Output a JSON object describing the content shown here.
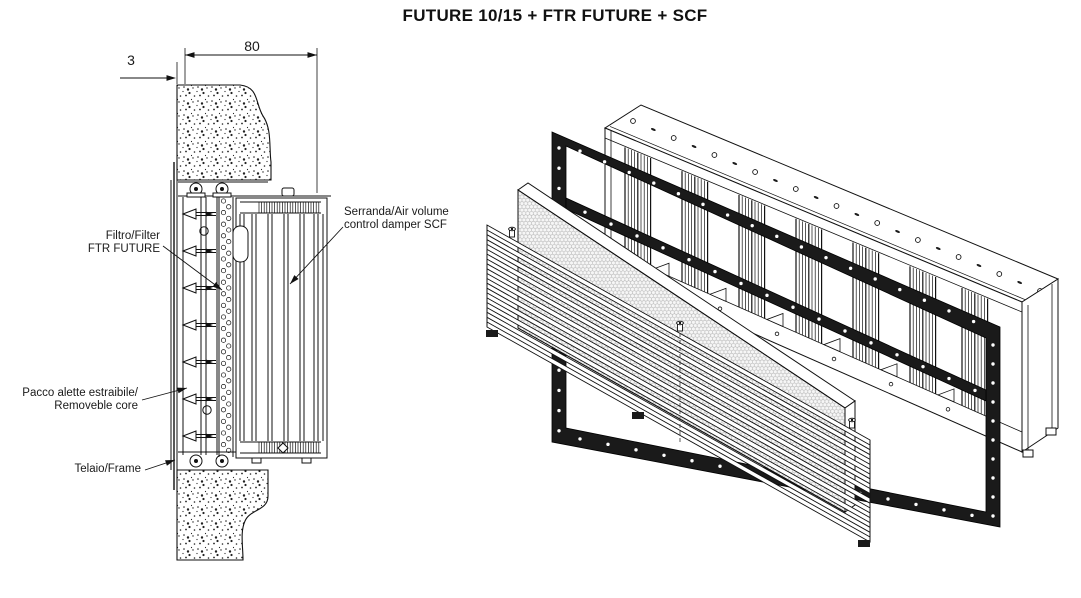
{
  "title": "FUTURE 10/15 + FTR FUTURE + SCF",
  "section_view": {
    "dimensions": {
      "width_mm": "80",
      "offset_mm": "3"
    },
    "callouts": {
      "filter": {
        "line1": "Filtro/Filter",
        "line2": "FTR FUTURE"
      },
      "damper": {
        "line1": "Serranda/Air volume",
        "line2": "control damper SCF"
      },
      "core": {
        "line1": "Pacco alette estraibile/",
        "line2": "Removeble core"
      },
      "frame": {
        "line1": "Telaio/Frame"
      }
    }
  },
  "colors": {
    "line": "#111111",
    "background": "#ffffff",
    "frame_dark": "#1a1a1a",
    "filter_fill": "#f6f6f6"
  }
}
